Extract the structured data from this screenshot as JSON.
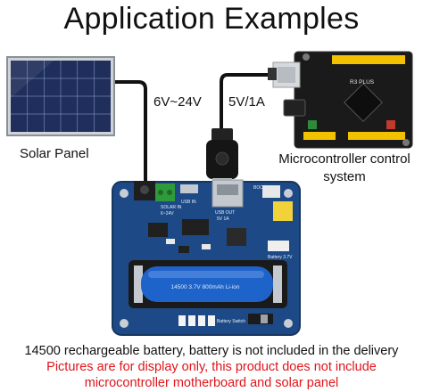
{
  "title": "Application Examples",
  "labels": {
    "solar_panel": "Solar Panel",
    "voltage_in": "6V~24V",
    "voltage_out": "5V/1A",
    "mcu_line1": "Microcontroller control",
    "mcu_line2": "system"
  },
  "board_silkscreen": {
    "solar_in": "SOLAR IN",
    "solar_range": "6~24V",
    "usb_in": "USB IN",
    "usb_out": "USB OUT",
    "usb_out_rating": "5V 1A",
    "boot": "BOOT",
    "battery": "Battery 3.7V",
    "switch": "Battery Switch",
    "mcu_board_name": "R3 PLUS"
  },
  "battery_print": "14500 3.7V 800mAh Li-ion",
  "footer": {
    "line1": "14500 rechargeable battery, battery is not included in the delivery",
    "line2": "Pictures are for display only, this product does not include",
    "line3": "microcontroller motherboard and solar panel"
  },
  "colors": {
    "text": "#111111",
    "warning": "#e0141a",
    "pcb_blue": "#1d4a86",
    "battery_blue": "#1e63c9",
    "mcu_black": "#1a1a1a",
    "header_yellow": "#f2c200"
  }
}
